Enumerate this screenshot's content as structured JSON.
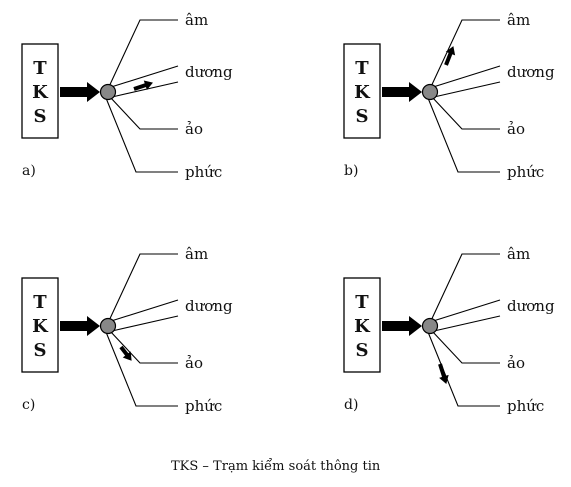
{
  "station": {
    "letters": [
      "T",
      "K",
      "S"
    ]
  },
  "labels": {
    "am": "âm",
    "duong": "dương",
    "ao": "ảo",
    "phuc": "phức"
  },
  "panels": [
    {
      "id": "a",
      "tag": "a)",
      "active_branch": "dương"
    },
    {
      "id": "b",
      "tag": "b)",
      "active_branch": "âm"
    },
    {
      "id": "c",
      "tag": "c)",
      "active_branch": "ảo"
    },
    {
      "id": "d",
      "tag": "d)",
      "active_branch": "phức"
    }
  ],
  "caption": "TKS – Trạm kiểm soát thông tin",
  "colors": {
    "line": "#000000",
    "node": "#888888",
    "background": "#ffffff"
  }
}
